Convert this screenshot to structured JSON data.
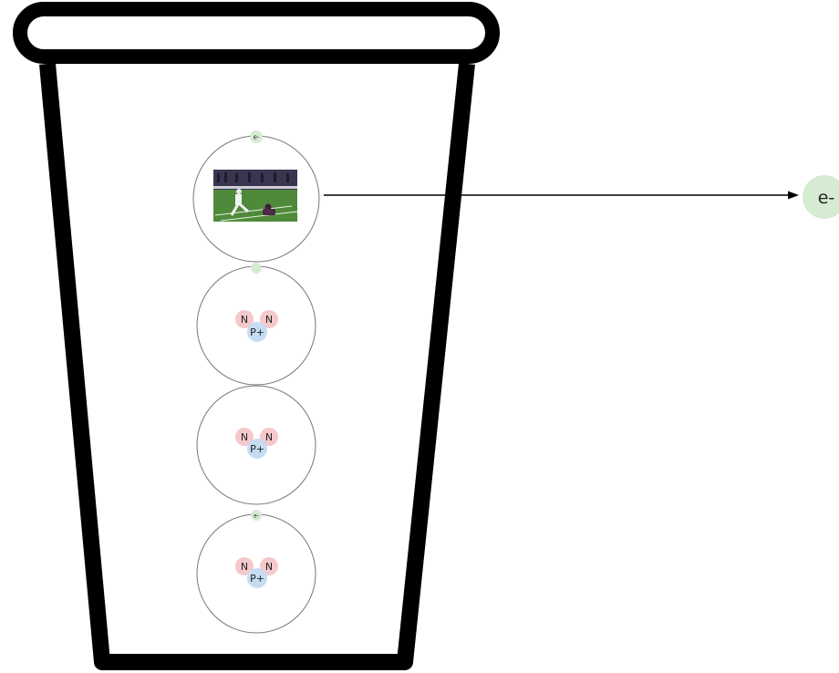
{
  "labels": {
    "electron": "e-",
    "neutron": "N",
    "proton": "P+",
    "free_electron": "e-"
  },
  "atoms": [
    {
      "id": "atom-1",
      "show_electron": true,
      "show_nucleus": false,
      "shows_photo": true
    },
    {
      "id": "atom-2",
      "show_electron": true,
      "show_nucleus": true,
      "shows_photo": false
    },
    {
      "id": "atom-3",
      "show_electron": false,
      "show_nucleus": true,
      "shows_photo": false
    },
    {
      "id": "atom-4",
      "show_electron": true,
      "show_nucleus": true,
      "shows_photo": false
    }
  ],
  "colors": {
    "cup_stroke": "#000000",
    "orbit_stroke": "#777777",
    "electron_fill": "#d6ecd2",
    "neutron_fill": "#f5c9cc",
    "proton_fill": "#c5dcf2",
    "arrow": "#000000",
    "photo_grass": "#4f8a3a",
    "photo_crowd": "#3a3550"
  }
}
